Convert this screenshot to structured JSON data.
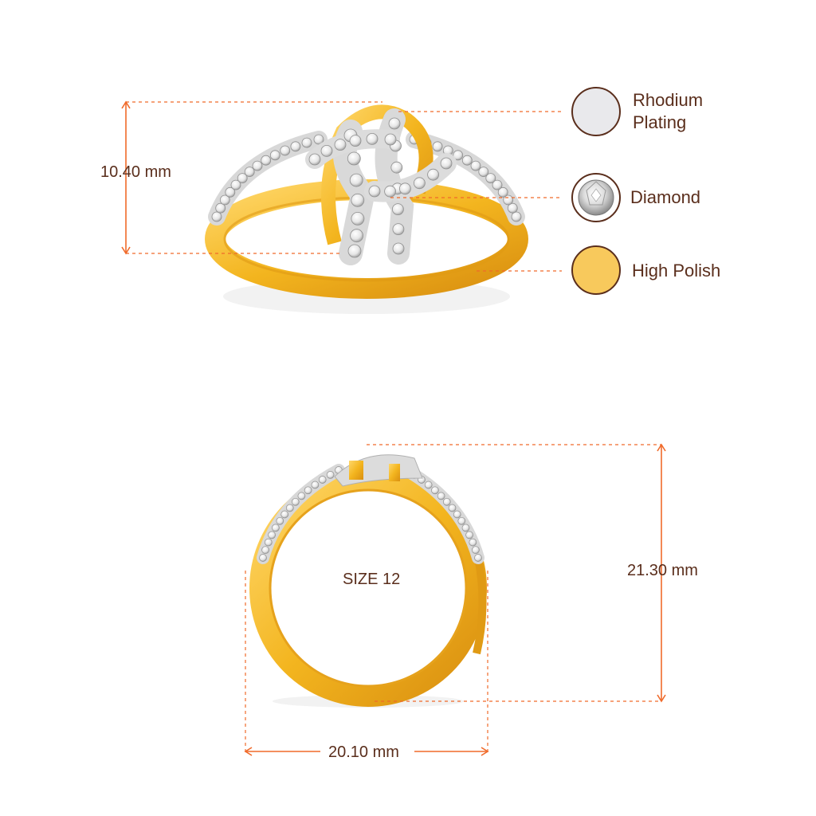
{
  "dimensions": {
    "height_top": "10.40 mm",
    "height_front": "21.30 mm",
    "width_front": "20.10 mm",
    "size": "SIZE 12"
  },
  "legend": [
    {
      "label": "Rhodium Plating",
      "line1": "Rhodium",
      "line2": "Plating",
      "color": "#e9e9ec",
      "icon": "rhodium-swatch-icon"
    },
    {
      "label": "Diamond",
      "color": "#f2f2f2",
      "icon": "diamond-swatch-icon"
    },
    {
      "label": "High Polish",
      "color": "#f8c95c",
      "icon": "gold-swatch-icon"
    }
  ],
  "colors": {
    "gold": "#f3b51f",
    "gold_dark": "#d98f10",
    "gold_light": "#ffd76a",
    "dimension_line": "#f06a2a",
    "text": "#5a2e1c"
  }
}
